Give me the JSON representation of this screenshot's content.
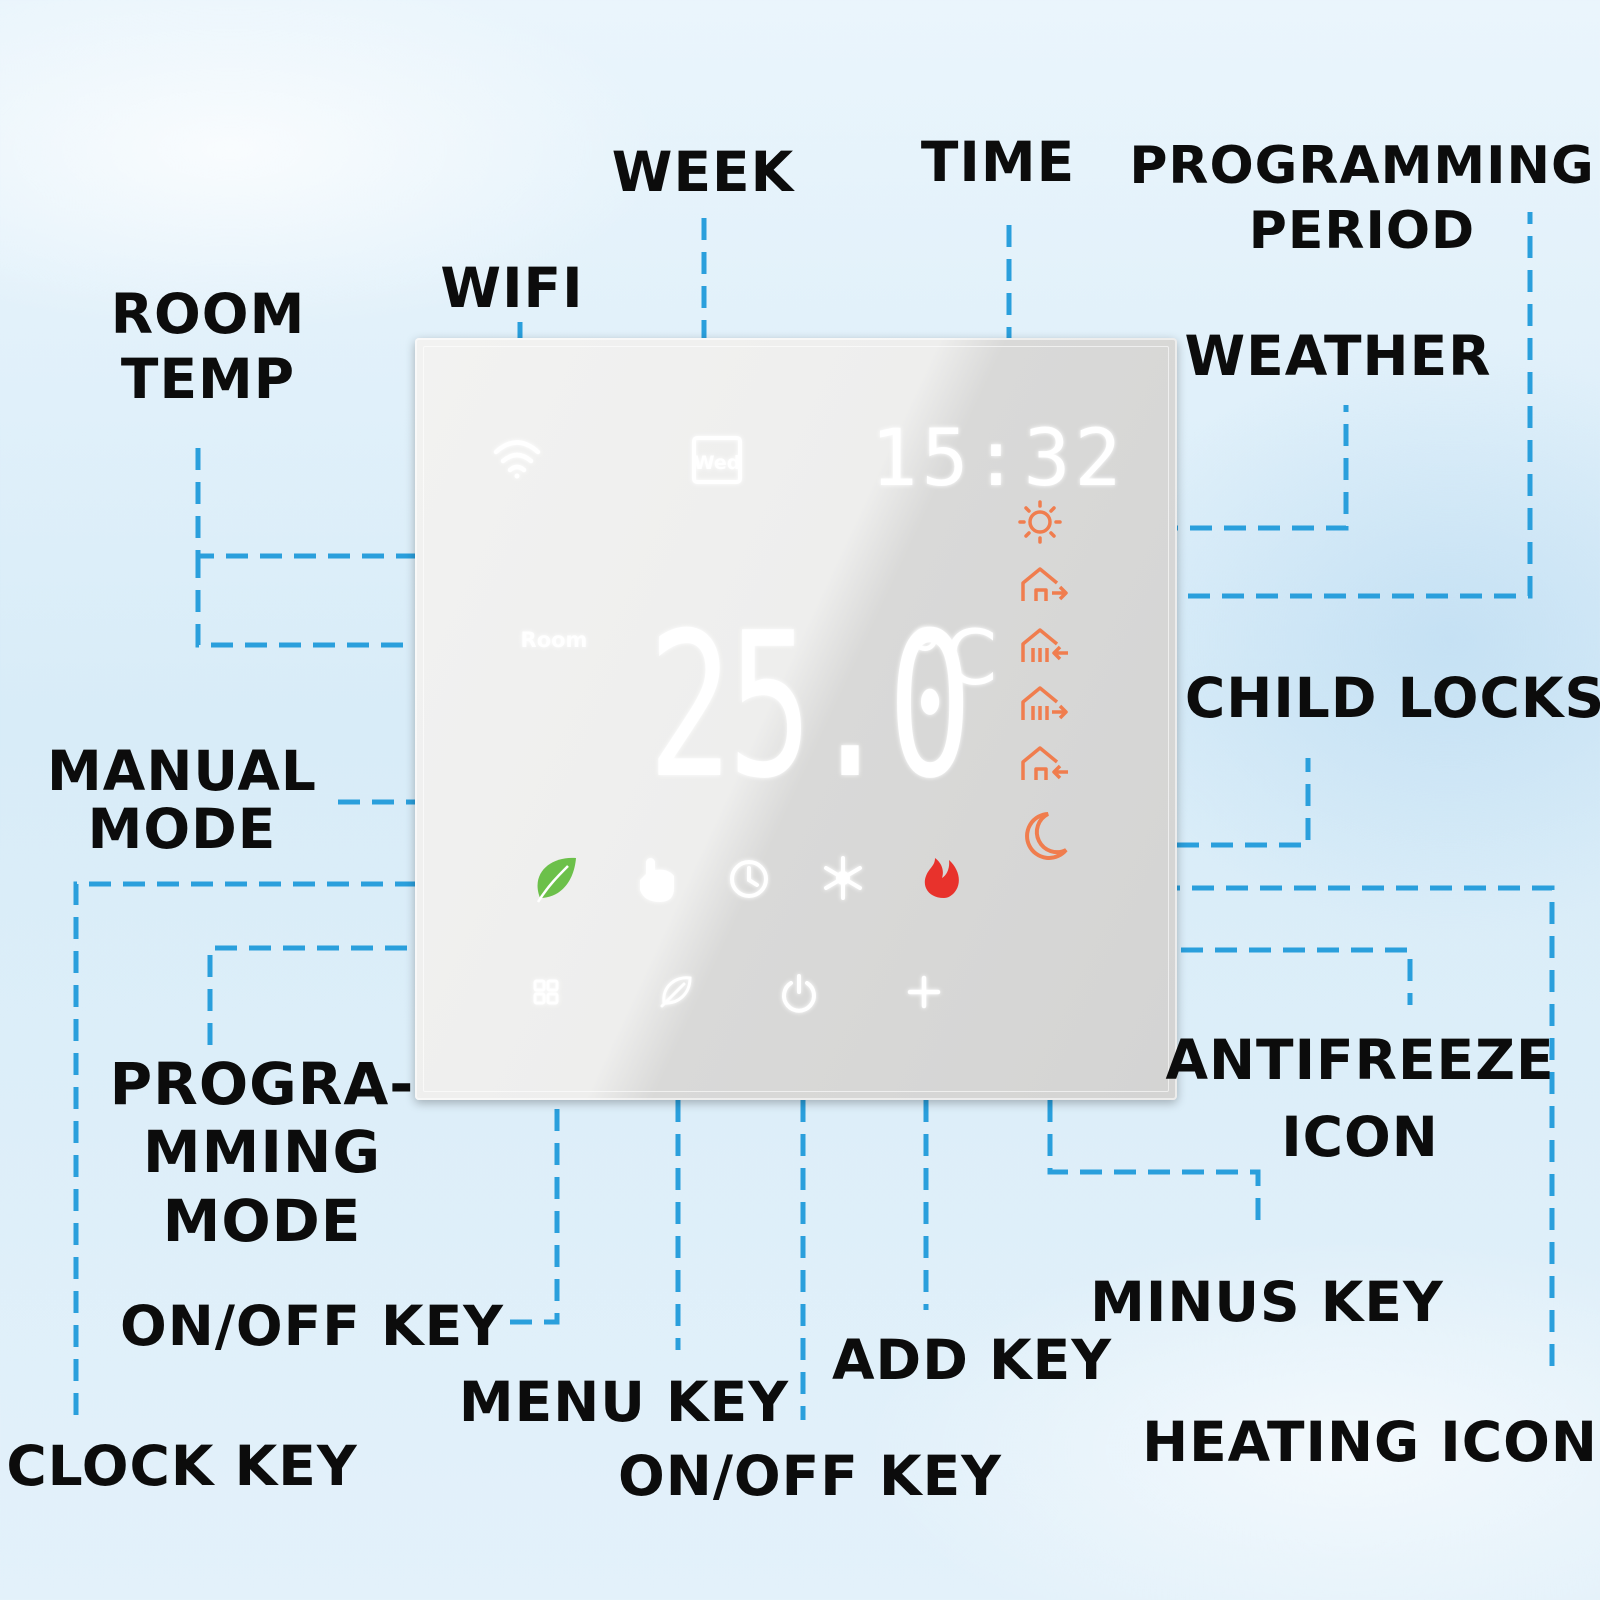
{
  "labels": {
    "room_temp": [
      "ROOM",
      "TEMP"
    ],
    "wifi": "WIFI",
    "week": "WEEK",
    "time": "TIME",
    "programming_period": [
      "PROGRAMMING",
      "PERIOD"
    ],
    "weather": "WEATHER",
    "child_locks": "CHILD LOCKS",
    "manual_mode": [
      "MANUAL",
      "MODE"
    ],
    "programming_mode": [
      "PROGRA-",
      "MMING",
      "MODE"
    ],
    "antifreeze_icon": [
      "ANTIFREEZE",
      "ICON"
    ],
    "on_off_key_left": "ON/OFF KEY",
    "menu_key": "MENU KEY",
    "on_off_key_bottom": "ON/OFF KEY",
    "add_key": "ADD KEY",
    "minus_key": "MINUS KEY",
    "heating_icon": "HEATING ICON",
    "clock_key": "CLOCK KEY"
  },
  "display": {
    "day": "Wed",
    "time": "15:32",
    "room_label": "Room",
    "temperature": "25.0",
    "unit": "°C"
  },
  "colors": {
    "leader_line": "#2a9fdc",
    "accent_orange": "#f07d4e",
    "leaf_green": "#6cc04a",
    "flame_red": "#e8322c"
  },
  "icons": [
    "wifi-icon",
    "week-icon",
    "sun-icon",
    "home-out-icon",
    "home-meal-in-icon",
    "home-meal-out-icon",
    "home-in-icon",
    "moon-icon",
    "leaf-icon",
    "hand-icon",
    "clock-icon",
    "snowflake-icon",
    "flame-icon",
    "menu-icon",
    "feather-icon",
    "power-icon",
    "plus-icon",
    "minus-icon"
  ]
}
